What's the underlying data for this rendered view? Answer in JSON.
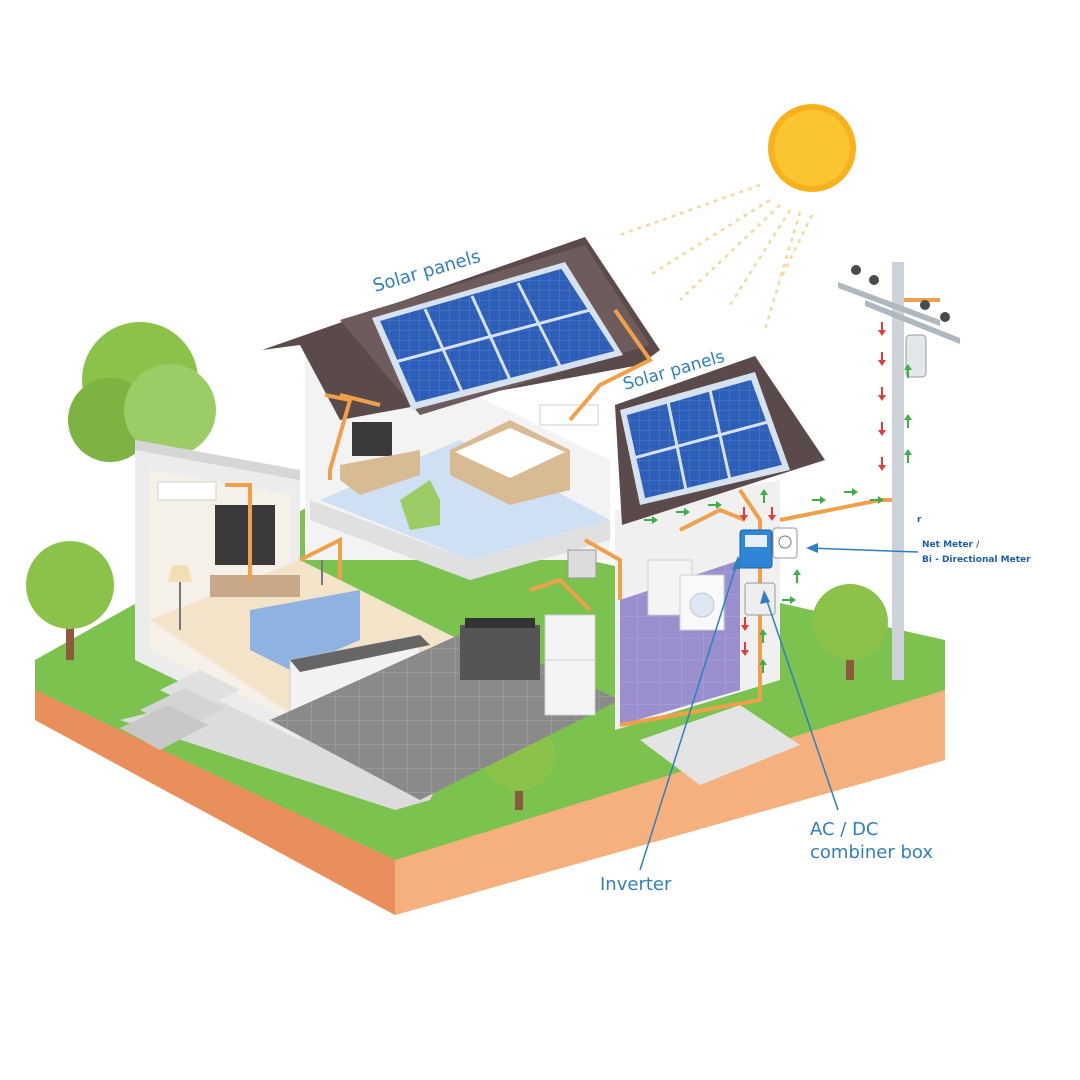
{
  "labels": {
    "solar_panels_main": "Solar panels",
    "solar_panels_secondary": "Solar panels",
    "net_meter_line1": "Net Meter /",
    "net_meter_line2": "Bi - Directional Meter",
    "net_meter_stray": "r",
    "combiner_line1": "AC / DC",
    "combiner_line2": "combiner box",
    "inverter": "Inverter"
  },
  "colors": {
    "sun": "#f7b21b",
    "panel_cell": "#2e5fb8",
    "panel_frame": "#d7e2f0",
    "roof": "#5b4a4a",
    "wire": "#f0a04b",
    "wire_to_grid": "#e23b3b",
    "wire_from_grid": "#3fae4a",
    "grass": "#7cc24e",
    "soil": "#f0a06e",
    "label": "#2f7fc1",
    "inverter": "#2f86d6"
  }
}
